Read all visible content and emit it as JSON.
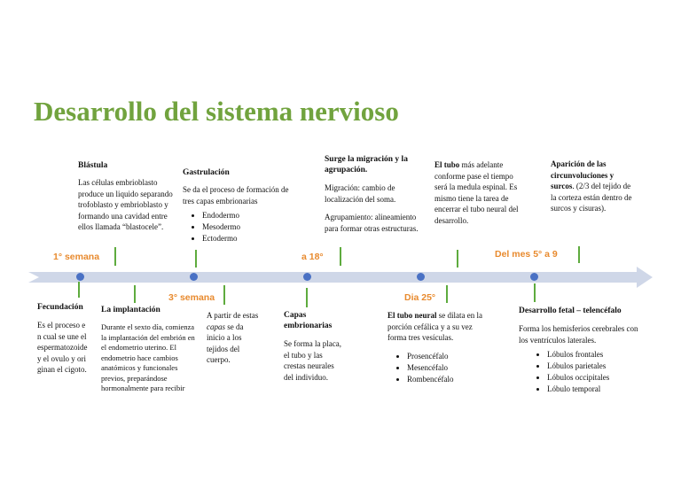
{
  "title": "Desarrollo del sistema nervioso",
  "colors": {
    "title": "#71a33e",
    "timeline": "#cfd7e8",
    "dot": "#4a71c4",
    "tick": "#5eab3e",
    "date": "#e88a2e"
  },
  "dates": {
    "d1": "1° semana",
    "d2": "3° semana",
    "d3": "a 18°",
    "d4": "Dia 25°",
    "d5": "Del mes 5° a 9"
  },
  "top": {
    "blastula": {
      "heading": "Blástula",
      "text": "Las células embrioblasto produce un liquido separando trofoblasto y embrioblasto y formando una cavidad entre ellos llamada “blastocele”."
    },
    "gastrulacion": {
      "heading": "Gastrulación",
      "text": "Se da el proceso de formación de tres capas embrionarias",
      "items": [
        "Endodermo",
        "Mesodermo",
        "Ectodermo"
      ]
    },
    "migracion": {
      "heading": "Surge la migración y la agrupación.",
      "p1": "Migración: cambio de localización del soma.",
      "p2": "Agrupamiento: alineamiento para formar otras estructuras."
    },
    "tubo": {
      "lead": "El tubo",
      "text": "más adelante conforme pase el tiempo será la medula espinal. Es mismo tiene la tarea de encerrar el tubo neural del desarrollo."
    },
    "circunv": {
      "heading": "Aparición de las circunvoluciones y surcos",
      "text": ". (2/3 del tejido de la corteza están dentro de surcos y cisuras)."
    }
  },
  "bottom": {
    "fecundacion": {
      "heading": "Fecundación",
      "text": "Es el proceso en cual se une el espermatozoide y el ovulo y originan el cigoto."
    },
    "implantacion": {
      "heading": "La implantación",
      "text": "Durante el sexto día, comienza la implantación del embrión en el endometrio uterino. El endometrio hace cambios anatómicos y funcionales previos, preparándose hormonalmente para recibir"
    },
    "capas_ref": {
      "pre": "A partir de estas",
      "em": "capas",
      "post": "se da inicio a los tejidos del cuerpo."
    },
    "capas": {
      "heading": "Capas embrionarias",
      "text": "Se forma la placa, el tubo y las crestas neurales del individuo."
    },
    "tubo_neural": {
      "lead": "El tubo neural",
      "text": "se dilata en la porción cefálica y a su vez forma tres vesículas.",
      "items": [
        "Prosencéfalo",
        "Mesencéfalo",
        "Rombencéfalo"
      ]
    },
    "fetal": {
      "heading": "Desarrollo fetal – telencéfalo",
      "text": "Forma los hemisferios cerebrales con los ventrículos laterales.",
      "items": [
        "Lóbulos frontales",
        "Lóbulos parietales",
        "Lóbulos occipitales",
        "Lóbulo temporal"
      ]
    }
  }
}
